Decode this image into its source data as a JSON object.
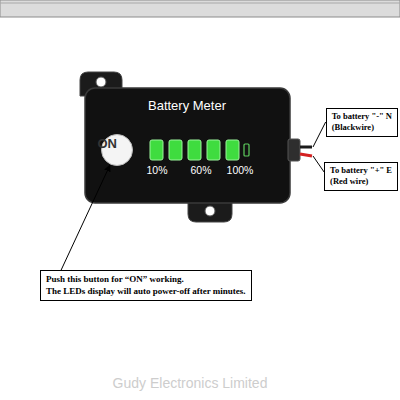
{
  "diagram": {
    "nodes": [
      {
        "text": [
          "Battery Meter",
          "10%",
          "60%",
          "100%"
        ]
      },
      {
        "text": [
          "ON"
        ],
        "in": 0
      },
      {
        "text": [
          "To battery \"-\" N",
          "(Blackwire)"
        ]
      },
      {
        "text": [
          "To battery \"+\" E",
          "(Red wire)"
        ]
      },
      {
        "text": [
          "Push this button for “ON” working.",
          "The LEDs display will auto power-off after minutes."
        ]
      }
    ],
    "edges": [
      {
        "from": 4,
        "to": 1,
        "arrow": "to"
      }
    ],
    "labels": [
      "Gudy Electronics Limited"
    ]
  }
}
